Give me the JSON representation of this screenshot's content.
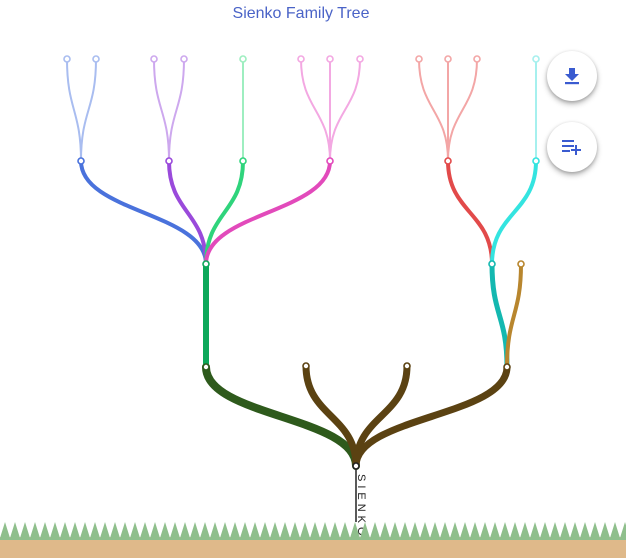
{
  "header": {
    "title": "Sienko Family Tree"
  },
  "trunk": {
    "surname_label": "SIENKO"
  },
  "actions": [
    {
      "id": "download",
      "icon": "download-icon"
    },
    {
      "id": "add",
      "icon": "playlist-add-icon"
    }
  ],
  "colors": {
    "title": "#4a63c7",
    "accent_icon": "#3a5bd0",
    "grass": "#8fbf8c",
    "soil": "#dfb98a"
  }
}
